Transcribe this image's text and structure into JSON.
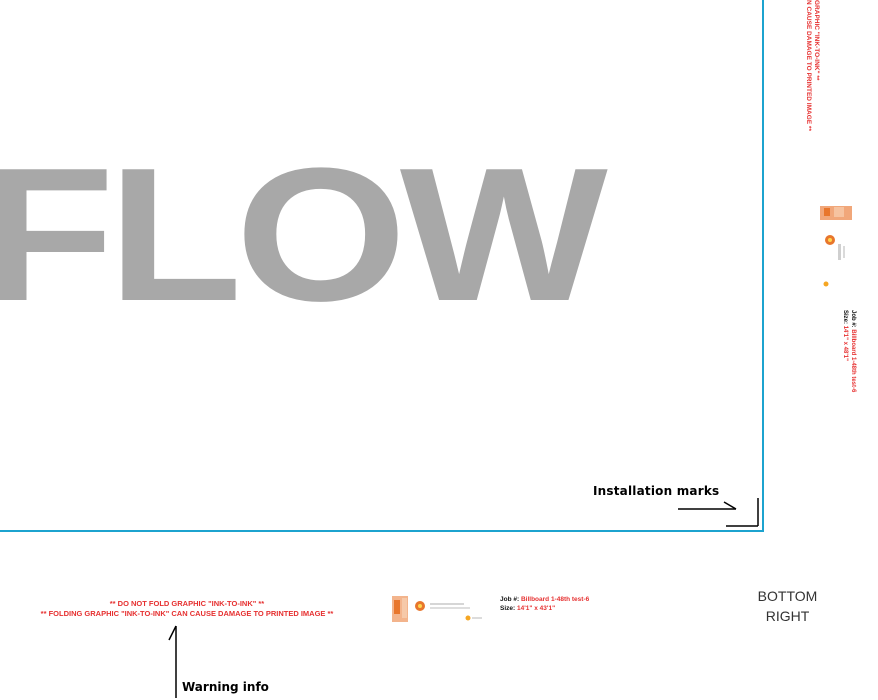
{
  "artwork": {
    "headline": "FLOW",
    "headline_color": "#a8a8a8",
    "border_color": "#1ca3cf"
  },
  "annotations": {
    "installation_marks": "Installation marks",
    "warning_info": "Warning info"
  },
  "side_strip": {
    "warning_line1": "GRAPHIC \"INK-TO-INK\" **",
    "warning_line2": "N CAUSE DAMAGE TO PRINTED IMAGE **",
    "job_label": "Job #:",
    "job_value": "Billboard 1-48th test-6",
    "size_label": "Size:",
    "size_value": "14'1\" x 48'1\""
  },
  "bottom_strip": {
    "warning_line1": "** DO NOT FOLD GRAPHIC \"INK-TO-INK\" **",
    "warning_line2": "** FOLDING GRAPHIC \"INK-TO-INK\" CAN CAUSE DAMAGE TO PRINTED IMAGE **",
    "job_label": "Job #:",
    "job_value": "Billboard 1-48th test-6",
    "size_label": "Size:",
    "size_value": "14'1\" x 43'1\"",
    "corner_line1": "BOTTOM",
    "corner_line2": "RIGHT"
  },
  "colors": {
    "warning_red": "#e63030",
    "logo_orange": "#e8762c"
  },
  "icons": [
    "flower-logo-icon",
    "arrow-corner-icon",
    "pointer-arrow-icon"
  ]
}
